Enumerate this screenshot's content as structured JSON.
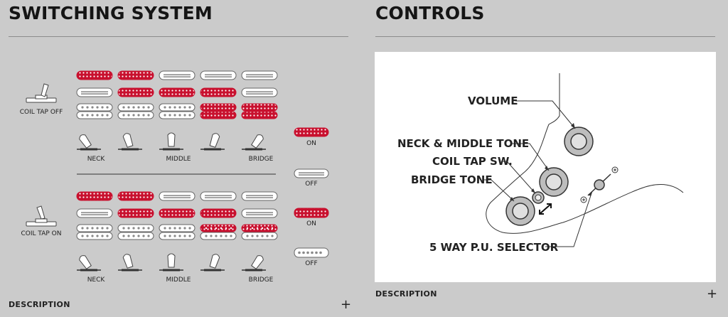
{
  "switching": {
    "title": "SWITCHING SYSTEM",
    "coil_tap_off_label": "COIL TAP OFF",
    "coil_tap_on_label": "COIL TAP ON",
    "positions": [
      "NECK",
      "",
      "MIDDLE",
      "",
      "BRIDGE"
    ],
    "legend": {
      "on_label": "ON",
      "off_label": "OFF"
    },
    "description_label": "DESCRIPTION",
    "colors": {
      "on": "#c8102e",
      "off": "#ffffff",
      "background": "#cbcbcb"
    }
  },
  "controls": {
    "title": "CONTROLS",
    "labels": {
      "volume": "VOLUME",
      "neck_middle_tone": "NECK & MIDDLE TONE",
      "coil_tap_sw": "COIL TAP SW.",
      "bridge_tone": "BRIDGE TONE",
      "selector": "5 WAY P.U. SELECTOR"
    },
    "description_label": "DESCRIPTION"
  },
  "icons": {
    "expand": "plus-icon",
    "toggle": "toggle-switch-icon",
    "selector": "blade-switch-icon"
  },
  "expand_symbol": "+"
}
